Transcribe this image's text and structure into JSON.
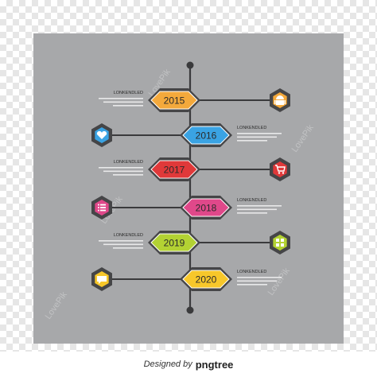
{
  "watermark": "LovePik",
  "footer": {
    "designed_by": "Designed by",
    "brand": "pngtree"
  },
  "colors": {
    "panel": "#a7a8aa",
    "line": "#3a3a3c",
    "hex_outer": "#454547",
    "hex_inner": "#2c2c2e"
  },
  "timeline": {
    "items": [
      {
        "year": "2015",
        "color": "#f4a93c",
        "side": "right",
        "icon": "android-icon",
        "title": "LONKENDLED",
        "text_side": "left"
      },
      {
        "year": "2016",
        "color": "#3aa3e3",
        "side": "left",
        "icon": "heart-icon",
        "title": "LONKENDLED",
        "text_side": "right"
      },
      {
        "year": "2017",
        "color": "#e0393a",
        "side": "right",
        "icon": "cart-icon",
        "title": "LONKENDLED",
        "text_side": "left"
      },
      {
        "year": "2018",
        "color": "#e0488a",
        "side": "left",
        "icon": "list-icon",
        "title": "LONKENDLED",
        "text_side": "right"
      },
      {
        "year": "2019",
        "color": "#b3d233",
        "side": "right",
        "icon": "grid-icon",
        "title": "LONKENDLED",
        "text_side": "left"
      },
      {
        "year": "2020",
        "color": "#f7c72a",
        "side": "left",
        "icon": "chat-icon",
        "title": "LONKENDLED",
        "text_side": "right"
      }
    ]
  }
}
